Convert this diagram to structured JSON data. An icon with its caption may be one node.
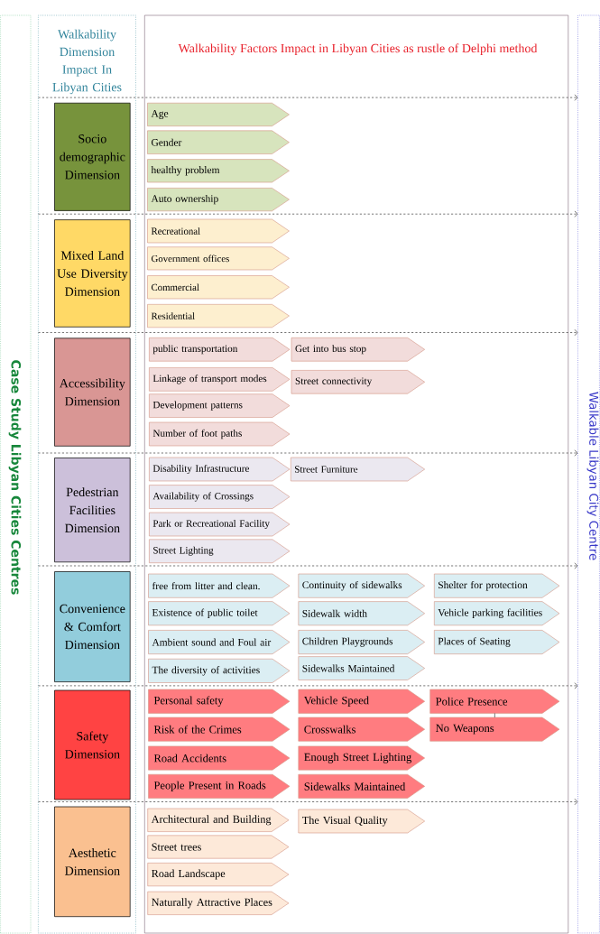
{
  "diagram": {
    "nodes": [
      {
        "text": [
          "Case Study Libyan Cities Centres"
        ]
      },
      {
        "text": [
          "Walkability Dimension Impact In Libyan Cities"
        ]
      },
      {
        "text": [
          "Walkability Factors Impact in Libyan Cities as rustle of Delphi method"
        ]
      },
      {
        "text": [
          "Walkable Libyan City Centre"
        ]
      },
      {
        "text": [
          "Socio demographic Dimension"
        ],
        "in": 1
      },
      {
        "text": [
          "Age"
        ],
        "in": 2
      },
      {
        "text": [
          "Gender"
        ],
        "in": 2
      },
      {
        "text": [
          "healthy problem"
        ],
        "in": 2
      },
      {
        "text": [
          "Auto ownership"
        ],
        "in": 2
      },
      {
        "text": [
          "Mixed Land Use Diversity Dimension"
        ],
        "in": 1
      },
      {
        "text": [
          "Recreational"
        ],
        "in": 2
      },
      {
        "text": [
          "Government offices"
        ],
        "in": 2
      },
      {
        "text": [
          "Commercial"
        ],
        "in": 2
      },
      {
        "text": [
          "Residential"
        ],
        "in": 2
      },
      {
        "text": [
          "Accessibility Dimension"
        ],
        "in": 1
      },
      {
        "text": [
          "public transportation"
        ],
        "in": 2
      },
      {
        "text": [
          "Get into bus stop"
        ],
        "in": 2
      },
      {
        "text": [
          "Linkage of transport modes"
        ],
        "in": 2
      },
      {
        "text": [
          "Street connectivity"
        ],
        "in": 2
      },
      {
        "text": [
          "Development patterns"
        ],
        "in": 2
      },
      {
        "text": [
          "Number of foot paths"
        ],
        "in": 2
      },
      {
        "text": [
          "Pedestrian Facilities Dimension"
        ],
        "in": 1
      },
      {
        "text": [
          "Disability Infrastructure"
        ],
        "in": 2
      },
      {
        "text": [
          "Street Furniture"
        ],
        "in": 2
      },
      {
        "text": [
          "Availability of Crossings"
        ],
        "in": 2
      },
      {
        "text": [
          "Park or Recreational Facility"
        ],
        "in": 2
      },
      {
        "text": [
          "Street Lighting"
        ],
        "in": 2
      },
      {
        "text": [
          "Convenience & Comfort Dimension"
        ],
        "in": 1
      },
      {
        "text": [
          "free from litter and clean."
        ],
        "in": 2
      },
      {
        "text": [
          "Continuity of sidewalks"
        ],
        "in": 2
      },
      {
        "text": [
          "Shelter for protection"
        ],
        "in": 2
      },
      {
        "text": [
          "Existence of public toilet"
        ],
        "in": 2
      },
      {
        "text": [
          "Sidewalk width"
        ],
        "in": 2
      },
      {
        "text": [
          "Vehicle parking facilities"
        ],
        "in": 2
      },
      {
        "text": [
          "Ambient sound and Foul air"
        ],
        "in": 2
      },
      {
        "text": [
          "Children Playgrounds"
        ],
        "in": 2
      },
      {
        "text": [
          "Places of Seating"
        ],
        "in": 2
      },
      {
        "text": [
          "The diversity of activities"
        ],
        "in": 2
      },
      {
        "text": [
          "Sidewalks Maintained"
        ],
        "in": 2
      },
      {
        "text": [
          "Safety Dimension"
        ],
        "in": 1
      },
      {
        "text": [
          "Personal safety"
        ],
        "in": 2
      },
      {
        "text": [
          "Vehicle Speed"
        ],
        "in": 2
      },
      {
        "text": [
          "Police Presence"
        ],
        "in": 2
      },
      {
        "text": [
          "Risk of the Crimes"
        ],
        "in": 2
      },
      {
        "text": [
          "Crosswalks"
        ],
        "in": 2
      },
      {
        "text": [
          "No Weapons"
        ],
        "in": 2
      },
      {
        "text": [
          "Road Accidents"
        ],
        "in": 2
      },
      {
        "text": [
          "Enough Street Lighting"
        ],
        "in": 2
      },
      {
        "text": [
          "People Present in Roads"
        ],
        "in": 2
      },
      {
        "text": [
          "Sidewalks Maintained"
        ],
        "in": 2
      },
      {
        "text": [
          "Aesthetic Dimension"
        ],
        "in": 1
      },
      {
        "text": [
          "Architectural and Building"
        ],
        "in": 2
      },
      {
        "text": [
          "The Visual Quality"
        ],
        "in": 2
      },
      {
        "text": [
          "Street trees"
        ],
        "in": 2
      },
      {
        "text": [
          "Road Landscape"
        ],
        "in": 2
      },
      {
        "text": [
          "Naturally Attractive Places"
        ],
        "in": 2
      }
    ],
    "edges": [
      {
        "from": 1,
        "to": 3,
        "arrow": "to",
        "style": "dashed"
      },
      {
        "from": 1,
        "to": 3,
        "arrow": "to",
        "style": "dashed"
      },
      {
        "from": 1,
        "to": 3,
        "arrow": "to",
        "style": "dashed"
      },
      {
        "from": 1,
        "to": 3,
        "arrow": "to",
        "style": "dashed"
      },
      {
        "from": 1,
        "to": 3,
        "arrow": "to",
        "style": "dashed"
      },
      {
        "from": 1,
        "to": 3,
        "arrow": "to",
        "style": "dashed"
      },
      {
        "from": 1,
        "to": 3,
        "arrow": "to",
        "style": "dashed"
      },
      {
        "from": 42,
        "to": 45,
        "arrow": "none"
      }
    ]
  }
}
